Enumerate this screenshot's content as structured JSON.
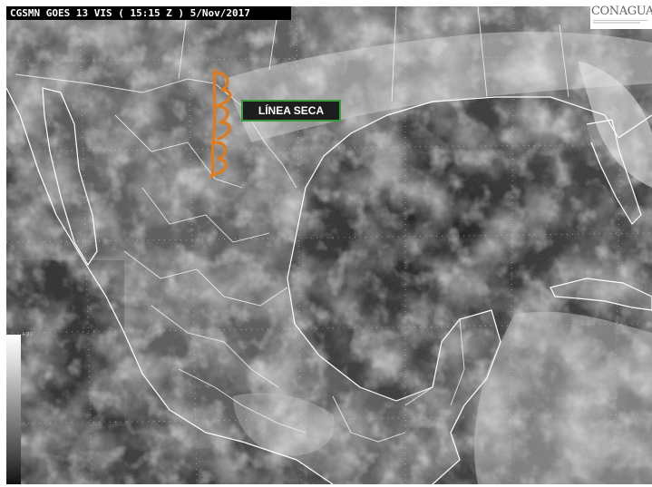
{
  "header": {
    "title": "CGSMN GOES 13 VIS ( 15:15 Z ) 5/Nov/2017"
  },
  "logo": {
    "text": "CONAGUA",
    "accent_color": "#c8102e"
  },
  "annotation": {
    "label": "LÍNEA SECA",
    "border_color": "#3a9b3e",
    "front_color": "#e07a1a"
  },
  "colorbar": {
    "top_label": "+00"
  },
  "icons": {
    "front_symbol": "dry-line-scallops-icon",
    "logo_mark": "conagua-logo-icon"
  }
}
